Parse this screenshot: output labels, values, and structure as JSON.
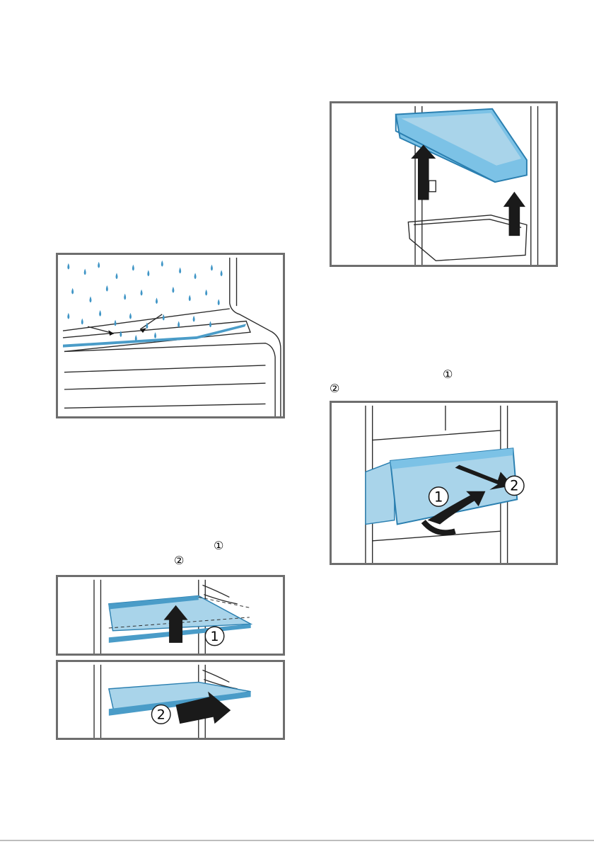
{
  "figures": {
    "condensation": {
      "icon": "water-drops-illustration"
    },
    "door_rack": {
      "icon": "door-rack-illustration"
    },
    "shelf_lift": {
      "icon": "glass-shelf-lift-illustration",
      "step_label": "1"
    },
    "shelf_pull": {
      "icon": "glass-shelf-pull-illustration",
      "step_label": "2"
    },
    "drawer": {
      "icon": "drawer-removal-illustration",
      "step_labels": [
        "1",
        "2"
      ]
    }
  },
  "inline_markers": {
    "left_step1": "①",
    "left_step2": "②",
    "right_step1": "①",
    "right_step2": "②"
  },
  "colors": {
    "accent_blue": "#a9d4ea",
    "accent_blue_edge": "#4a9cc8",
    "arrow_black": "#1a1a1a",
    "frame_gray": "#6e6e6e"
  }
}
